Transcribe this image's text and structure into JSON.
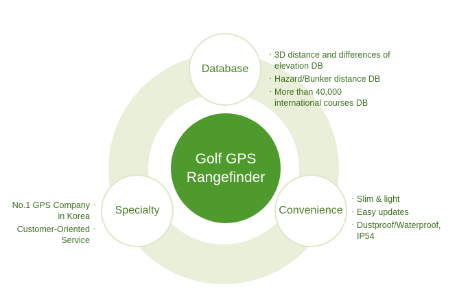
{
  "center": {
    "line1": "Golf GPS",
    "line2": "Rangefinder"
  },
  "nodes": {
    "database": {
      "label": "Database",
      "items": [
        [
          "3D distance and differences of",
          "elevation DB"
        ],
        [
          "Hazard/Bunker distance DB"
        ],
        [
          "More than 40,000",
          "international courses DB"
        ]
      ]
    },
    "specialty": {
      "label": "Specialty",
      "items": [
        [
          "No.1 GPS Company",
          "in Korea"
        ],
        [
          "Customer-Oriented",
          "Service"
        ]
      ]
    },
    "convenience": {
      "label": "Convenience",
      "items": [
        [
          "Slim & light"
        ],
        [
          "Easy updates"
        ],
        [
          "Dustproof/Waterproof,",
          "IP54"
        ]
      ]
    }
  },
  "colors": {
    "center_fill": "#4f9a2c",
    "ring": "#e9efd8",
    "text_green": "#3f6f22"
  }
}
